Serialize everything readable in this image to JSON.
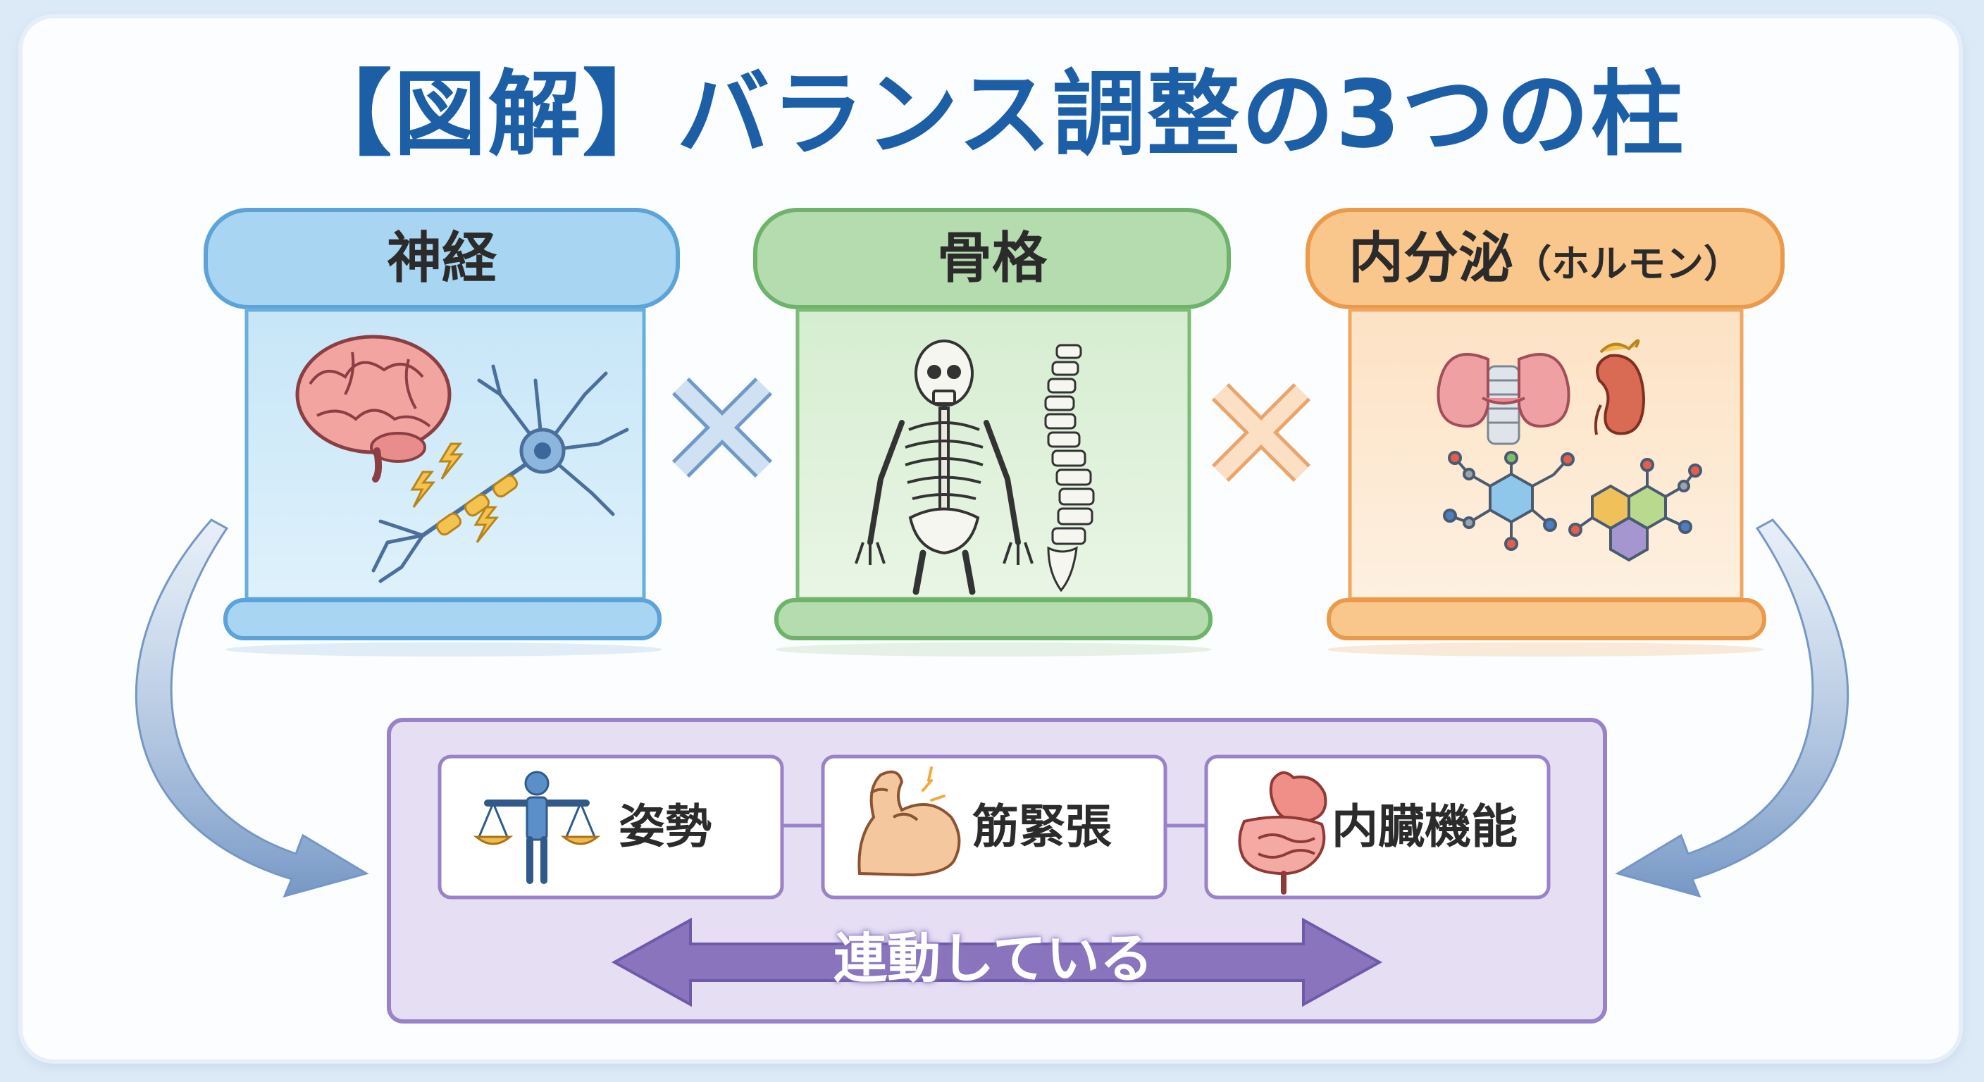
{
  "title": "【図解】バランス調整の3つの柱",
  "pillars": [
    {
      "label": "神経",
      "sub": "",
      "color": "#9fd1f0",
      "border": "#5ba3d8"
    },
    {
      "label": "骨格",
      "sub": "",
      "color": "#b7deb0",
      "border": "#6db46a"
    },
    {
      "label": "内分泌",
      "sub": "（ホルモン）",
      "color": "#f9c890",
      "border": "#eb9a4a"
    }
  ],
  "operators": [
    "×",
    "×"
  ],
  "functions": {
    "items": [
      {
        "label": "姿勢",
        "icon": "balance-person-icon"
      },
      {
        "label": "筋緊張",
        "icon": "flexed-arm-icon"
      },
      {
        "label": "内臓機能",
        "icon": "digestive-organs-icon"
      }
    ],
    "link_label": "連動している"
  },
  "colors": {
    "title": "#1d5fa6",
    "purple_panel": "#e6dff4",
    "purple_border": "#9a82c8",
    "arrow_blue": "#7f9fc8"
  }
}
